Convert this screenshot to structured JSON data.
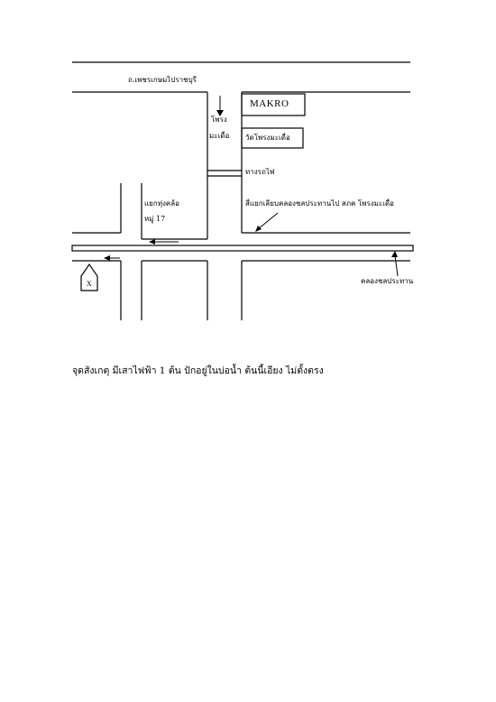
{
  "labels": {
    "main_road": "ถ.เพชรเกษมไปราชบุรี",
    "makro": "MAKRO",
    "prong": "โพรง",
    "makuea": "มะเดื่อ",
    "temple": "วัดโพรงมะเดื่อ",
    "railway": "ทางรถไฟ",
    "junction": "สี่แยกเลียบคลองชลประทานไป สภค โพรงมะเดื่อ",
    "thung_khlo_junction": "แยกทุ่งคล้อ",
    "moo_17": "หมู่ 17",
    "irrigation_canal": "คลองชลประทาน",
    "house_marker": "X"
  },
  "note": "จุดสังเกตุ มีเสาไฟฟ้า 1 ต้น ปักอยู่ในบ่อน้ำ ต้นนี้เอียง ไม่ตั้งตรง",
  "colors": {
    "ink": "#000000",
    "paper": "#ffffff"
  }
}
